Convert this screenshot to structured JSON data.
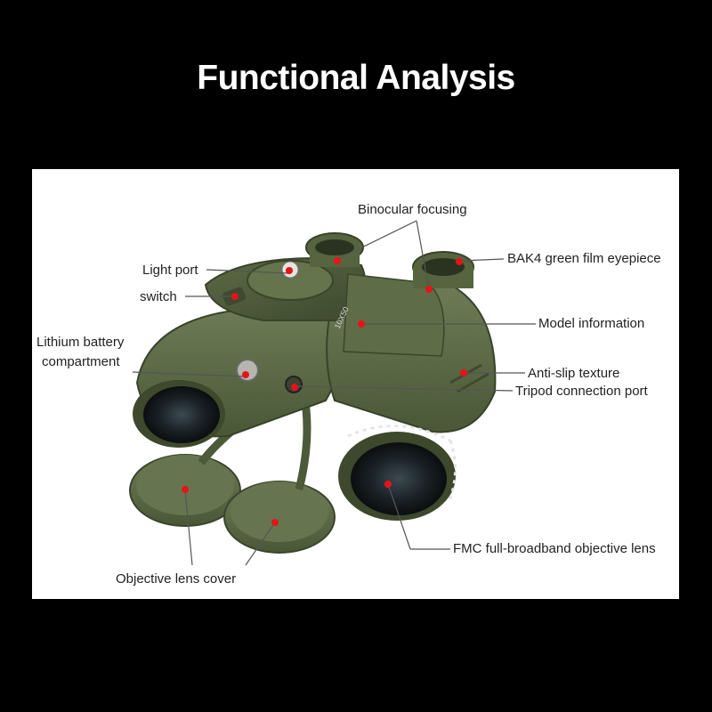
{
  "title": "Functional Analysis",
  "colors": {
    "background": "#000000",
    "panel": "#ffffff",
    "marker": "#e8121c",
    "leader_line": "#555555",
    "body_green": "#5b6a45"
  },
  "labels": {
    "binocular_focusing": "Binocular focusing",
    "bak4_eyepiece": "BAK4 green film eyepiece",
    "light_port": "Light port",
    "switch": "switch",
    "model_information": "Model information",
    "lithium_battery_line1": "Lithium battery",
    "lithium_battery_line2": "compartment",
    "anti_slip_texture": "Anti-slip texture",
    "tripod_port": "Tripod connection port",
    "fmc_objective_lens": "FMC full-broadband objective lens",
    "objective_lens_cover": "Objective lens cover"
  },
  "product": {
    "model_print": "10X50"
  }
}
